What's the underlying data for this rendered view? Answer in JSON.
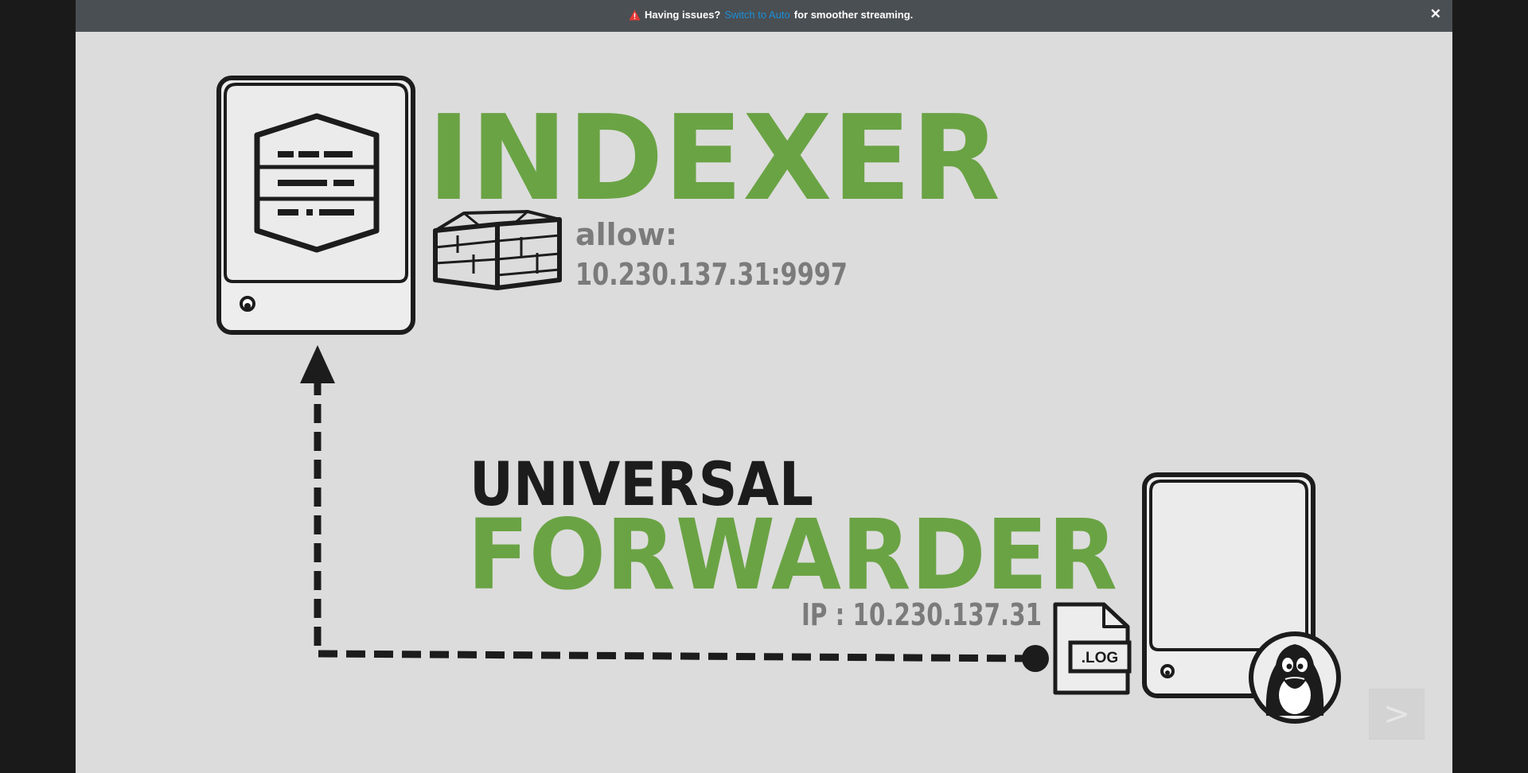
{
  "notice": {
    "warning_icon": "warning-triangle-icon",
    "question": "Having issues?",
    "link": "Switch to Auto",
    "suffix": "for smoother streaming.",
    "close": "✕"
  },
  "slide": {
    "indexer_title": "INDEXER",
    "allow_label": "allow:",
    "allow_address": "10.230.137.31:9997",
    "universal_label": "UNIVERSAL",
    "forwarder_label": "FORWARDER",
    "ip_label": "IP : 10.230.137.31",
    "log_label": ".LOG"
  },
  "controls": {
    "next": ">"
  },
  "colors": {
    "green": "#6aa344",
    "gray_text": "#7b7b7b",
    "ink": "#1c1c1c",
    "background": "#dcdcdc"
  }
}
